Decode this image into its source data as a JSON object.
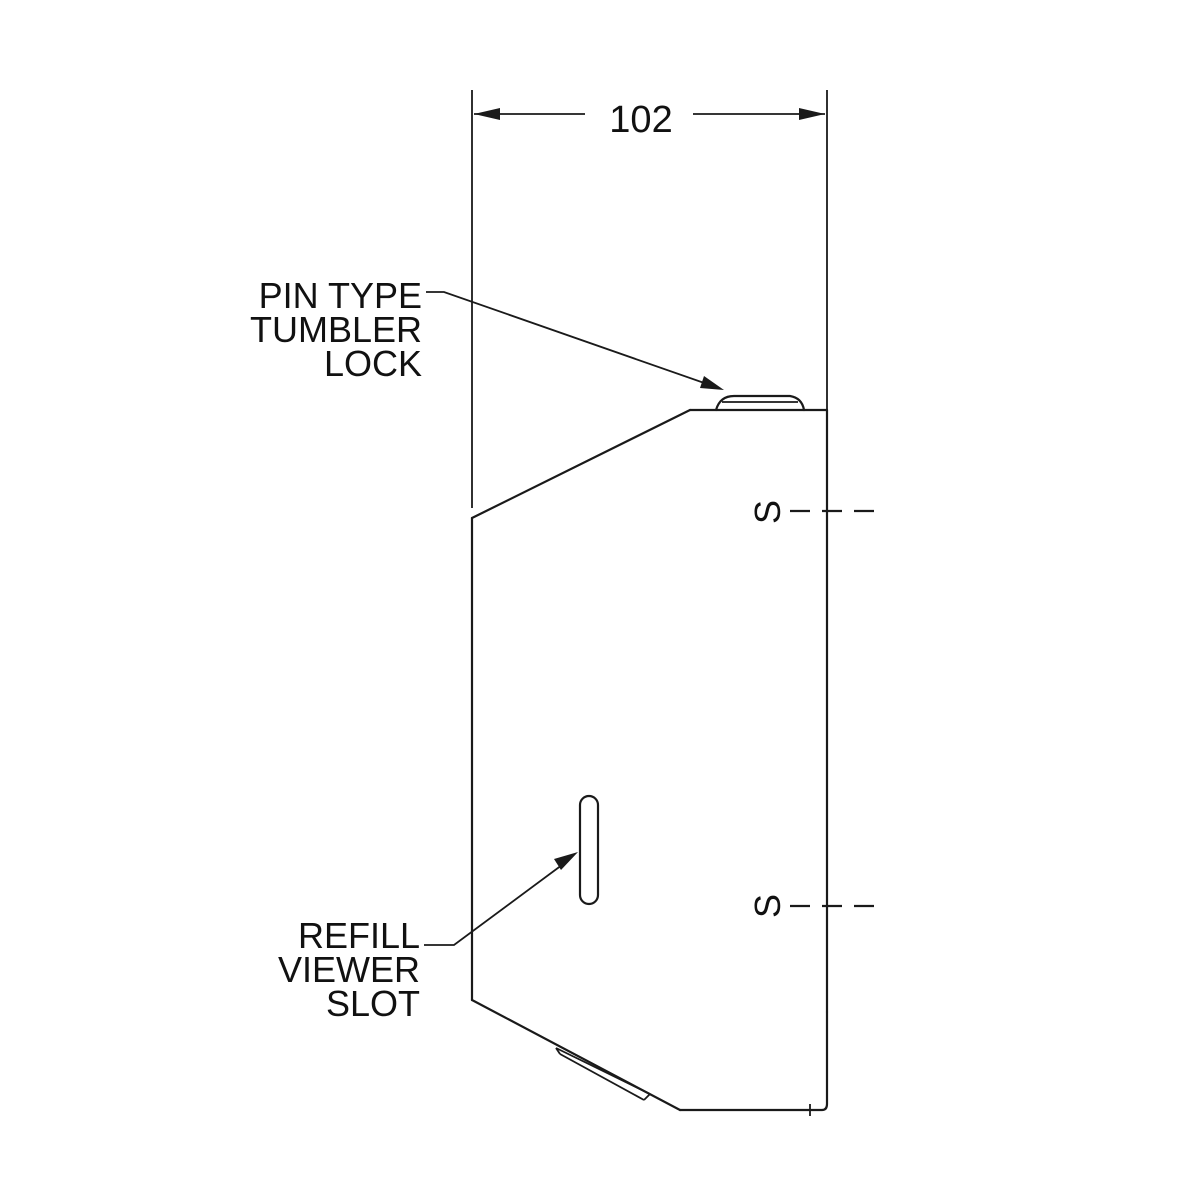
{
  "dimension": {
    "width_value": "102"
  },
  "callouts": {
    "lock": {
      "line1": "PIN TYPE",
      "line2": "TUMBLER",
      "line3": "LOCK"
    },
    "viewer": {
      "line1": "REFILL",
      "line2": "VIEWER",
      "line3": "SLOT"
    }
  },
  "section_marks": {
    "upper": "S",
    "lower": "S"
  },
  "colors": {
    "line": "#1a1a1a",
    "background": "#ffffff"
  }
}
